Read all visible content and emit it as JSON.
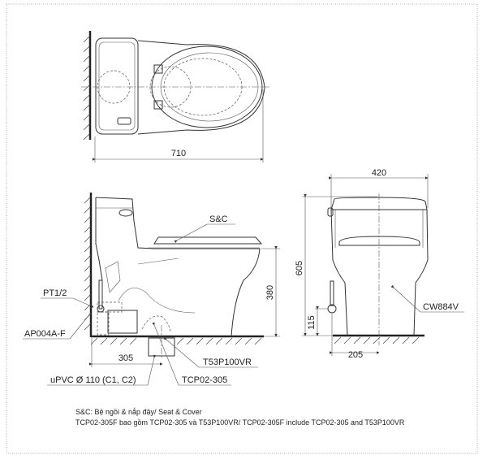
{
  "top_view": {
    "dim_length": "710"
  },
  "side_view": {
    "label_seat": "S&C",
    "label_supply": "PT1/2",
    "label_valve": "AP004A-F",
    "dim_height": "380",
    "dim_rough_in": "305",
    "label_flange": "T53P100VR",
    "label_pipe": "uPVC Ø 110 (C1, C2)",
    "label_adapter": "TCP02-305"
  },
  "front_view": {
    "dim_width": "420",
    "dim_total_height": "605",
    "dim_supply_height": "115",
    "dim_supply_offset": "205",
    "label_model": "CW884V"
  },
  "notes": [
    "S&C: Bệ ngồi & nắp đậy/ Seat & Cover",
    "TCP02-305F bao gồm TCP02-305 và T53P100VR/ TCP02-305F include TCP02-305 and T53P100VR"
  ]
}
